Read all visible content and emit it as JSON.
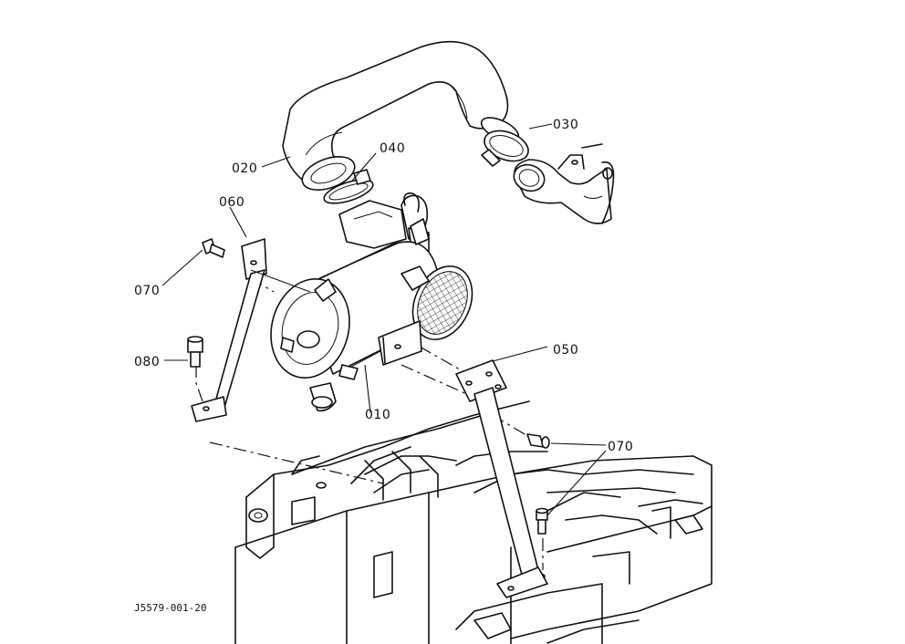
{
  "parts": {
    "p010": "010",
    "p020": "020",
    "p030": "030",
    "p040": "040",
    "p050": "050",
    "p060": "060",
    "p070a": "070",
    "p070b": "070",
    "p080": "080"
  },
  "figure_code": "J5579-001-20"
}
